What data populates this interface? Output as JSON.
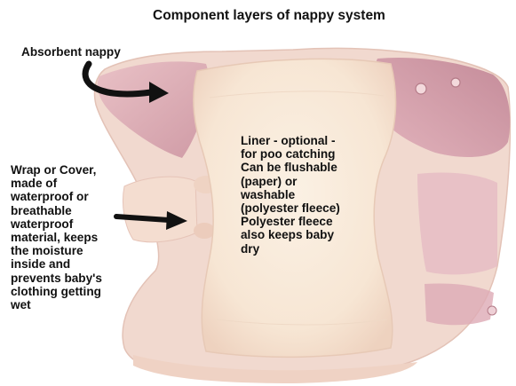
{
  "title": "Component layers of nappy system",
  "labels": {
    "absorbent": [
      "Absorbent nappy"
    ],
    "wrap": [
      "Wrap or Cover,",
      "made of",
      "waterproof or",
      "breathable",
      "waterproof",
      "material, keeps",
      "the moisture",
      "inside and",
      "prevents baby's",
      "clothing getting",
      "wet"
    ],
    "liner": [
      "Liner - optional -",
      "for poo catching",
      "Can be flushable",
      "(paper) or",
      "washable",
      "(polyester fleece)",
      "Polyester fleece",
      "also keeps baby",
      "dry"
    ]
  },
  "icons": {
    "arrow": "curved-arrow-icon"
  },
  "colors": {
    "wrap_pink": "#e7b8c0",
    "wrap_pink_dark": "#c98c99",
    "wrap_edge": "#f1d9cf",
    "liner_cream": "#f9ead9",
    "liner_shadow": "#ecd3c0",
    "absorbent_peach": "#f5dccd",
    "text": "#111111"
  }
}
